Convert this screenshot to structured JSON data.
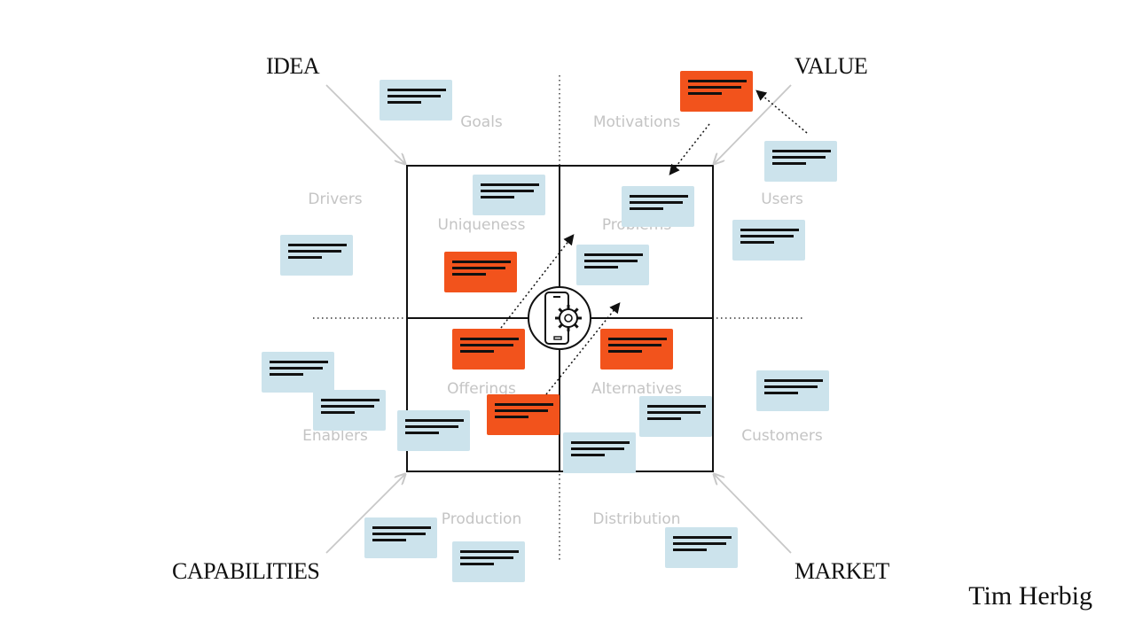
{
  "corners": {
    "idea": "IDEA",
    "value": "VALUE",
    "capabilities": "CAPABILITIES",
    "market": "MARKET"
  },
  "areas": {
    "goals": "Goals",
    "motivations": "Motivations",
    "drivers": "Drivers",
    "users": "Users",
    "uniqueness": "Uniqueness",
    "problems": "Problems",
    "offerings": "Offerings",
    "alternatives": "Alternatives",
    "enablers": "Enablers",
    "customers": "Customers",
    "production": "Production",
    "distribution": "Distribution"
  },
  "author": "Tim Herbig",
  "colors": {
    "note_blue": "#cce3ec",
    "note_orange": "#f2531c",
    "grid_line": "#111111",
    "pointer_line": "#c8c8c8",
    "area_label": "#c4c4c4"
  },
  "center_icon": "smartphone-gear-icon",
  "notes": [
    {
      "color": "blue"
    },
    {
      "color": "orange"
    },
    {
      "color": "blue"
    },
    {
      "color": "blue"
    },
    {
      "color": "blue"
    },
    {
      "color": "blue"
    },
    {
      "color": "orange"
    },
    {
      "color": "blue"
    },
    {
      "color": "blue"
    },
    {
      "color": "blue"
    },
    {
      "color": "orange"
    },
    {
      "color": "orange"
    },
    {
      "color": "blue"
    },
    {
      "color": "blue"
    },
    {
      "color": "orange"
    },
    {
      "color": "blue"
    },
    {
      "color": "blue"
    },
    {
      "color": "blue"
    },
    {
      "color": "blue"
    },
    {
      "color": "blue"
    },
    {
      "color": "blue"
    },
    {
      "color": "blue"
    }
  ]
}
